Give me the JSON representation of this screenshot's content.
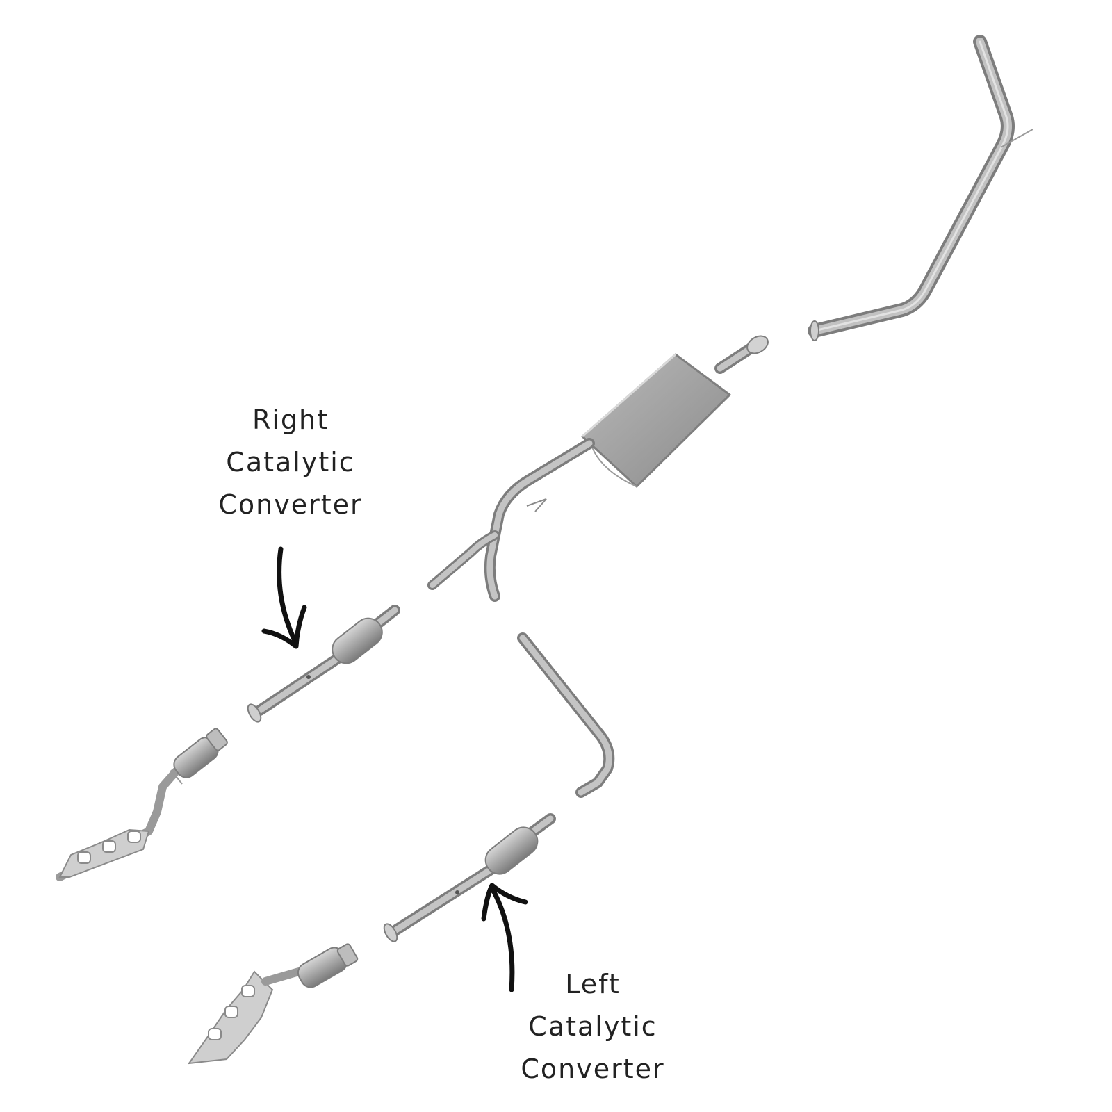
{
  "labels": {
    "right": [
      "Right",
      "Catalytic",
      "Converter"
    ],
    "left": [
      "Left",
      "Catalytic",
      "Converter"
    ]
  },
  "colors": {
    "background": "#ffffff",
    "pipe": "#a9a9a9",
    "text": "#222222",
    "arrow": "#111111"
  }
}
